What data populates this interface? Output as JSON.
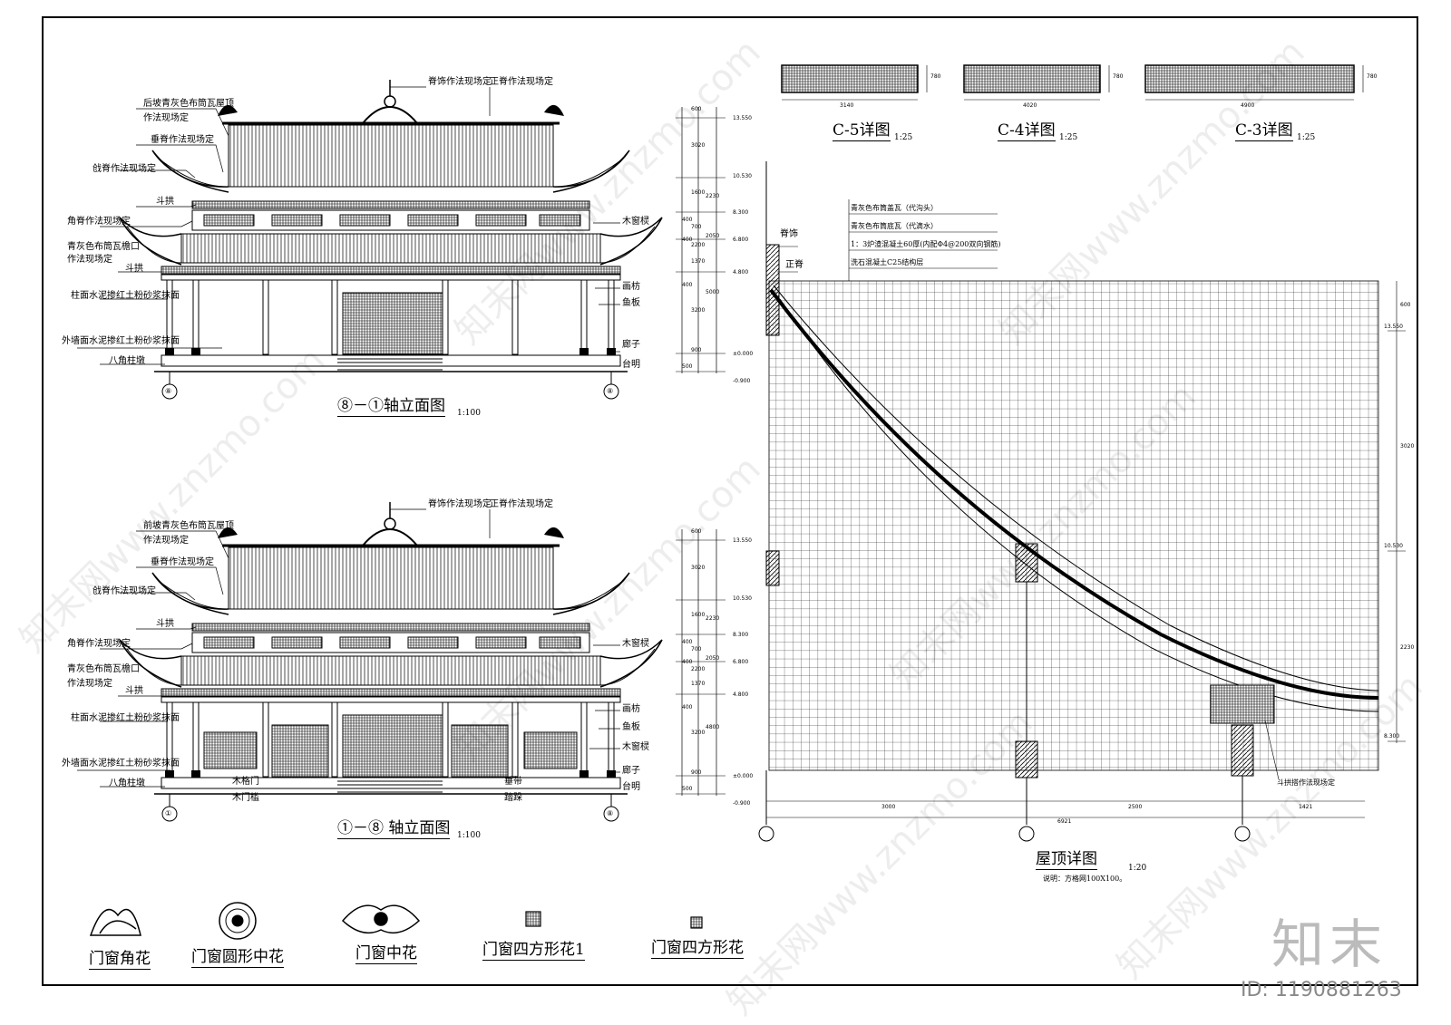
{
  "elevation_top": {
    "title": "⑧－①轴立面图",
    "scale": "1:100",
    "axis_left": "⑧",
    "axis_right": "⑧",
    "left_labels": [
      "后坡青灰色布筒瓦屋顶",
      "作法现场定",
      "垂脊作法现场定",
      "戗脊作法现场定",
      "斗拱",
      "角脊作法现场定",
      "青灰色布筒瓦檐口",
      "作法现场定",
      "斗拱",
      "柱面水泥掺红土粉砂浆抹面",
      "外墙面水泥掺红土粉砂浆抹面",
      "八角柱墩"
    ],
    "top_labels": [
      "脊饰作法现场定",
      "正脊作法现场定"
    ],
    "right_labels": [
      "木窗棂",
      "画枋",
      "鱼板",
      "廊子",
      "台明"
    ],
    "dim_left": [
      "600",
      "3020",
      "1600",
      "400",
      "700",
      "400",
      "1370",
      "2200",
      "400",
      "3200",
      "900",
      "500"
    ],
    "dim_right": [
      "2230",
      "2050",
      "5000"
    ],
    "elevations": [
      "13.550",
      "10.530",
      "8.300",
      "6.800",
      "4.800",
      "±0.000",
      "-0.900"
    ]
  },
  "elevation_bottom": {
    "title": "①－⑧ 轴立面图",
    "scale": "1:100",
    "axis_left": "①",
    "axis_right": "⑧",
    "left_labels": [
      "前坡青灰色布筒瓦屋顶",
      "作法现场定",
      "垂脊作法现场定",
      "戗脊作法现场定",
      "斗拱",
      "角脊作法现场定",
      "青灰色布筒瓦檐口",
      "作法现场定",
      "斗拱",
      "柱面水泥掺红土粉砂浆抹面",
      "外墙面水泥掺红土粉砂浆抹面",
      "八角柱墩"
    ],
    "top_labels": [
      "脊饰作法现场定",
      "正脊作法现场定"
    ],
    "right_labels": [
      "木窗棂",
      "画枋",
      "鱼板",
      "木窗棂",
      "廊子",
      "台明"
    ],
    "bottom_labels": [
      "木格门",
      "木门槛",
      "垂带",
      "踏跺"
    ],
    "dim_left": [
      "600",
      "3020",
      "1600",
      "400",
      "700",
      "400",
      "1370",
      "2200",
      "400",
      "3200",
      "900",
      "500"
    ],
    "dim_right": [
      "2230",
      "2050",
      "4800"
    ],
    "elevations": [
      "13.550",
      "10.530",
      "8.300",
      "6.800",
      "4.800",
      "±0.000",
      "-0.900"
    ]
  },
  "details": [
    {
      "title": "C-5详图",
      "scale": "1:25",
      "width": "3140",
      "height": "780"
    },
    {
      "title": "C-4详图",
      "scale": "1:25",
      "width": "4020",
      "height": "780"
    },
    {
      "title": "C-3详图",
      "scale": "1:25",
      "width": "4900",
      "height": "780"
    }
  ],
  "roof_detail": {
    "title": "屋顶详图",
    "scale": "1:20",
    "note": "说明：方格网100X100。",
    "layers": [
      "青灰色布筒盖瓦（代沟头）",
      "青灰色布筒底瓦（代滴水）",
      "1：3炉渣混凝土60厚(内配Φ4@200双向钢筋)",
      "洗石混凝土C25结构层"
    ],
    "ridge_labels": [
      "脊饰",
      "正脊"
    ],
    "bracket_label": "斗拱搭作法现场定",
    "dims_bottom": [
      "3000",
      "2500",
      "1421"
    ],
    "dim_total": "6921",
    "dims_right": [
      "600",
      "3020",
      "2230"
    ],
    "elevations": [
      "13.550",
      "10.530",
      "8.300"
    ]
  },
  "ornaments": [
    "门窗角花",
    "门窗圆形中花",
    "门窗中花",
    "门窗四方形花1",
    "门窗四方形花"
  ],
  "brand": "知末",
  "id_text": "ID: 1190881263",
  "watermark": "知末网www.znzmo.com"
}
